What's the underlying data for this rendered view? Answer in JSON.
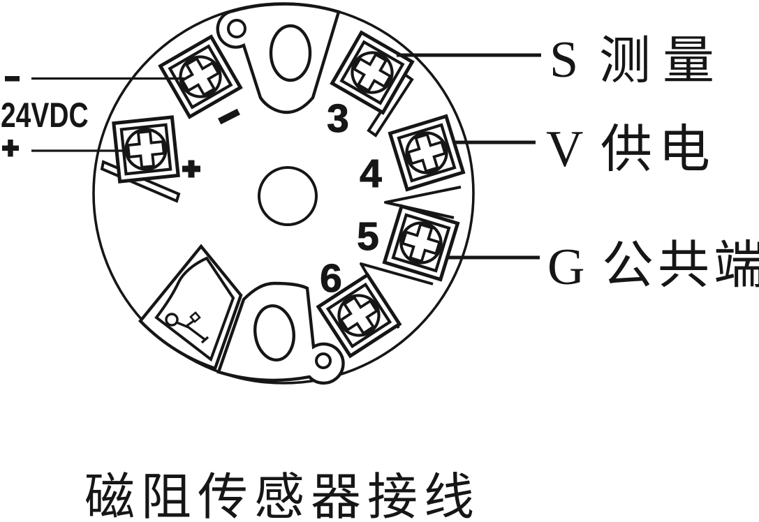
{
  "diagram": {
    "type": "wiring-diagram",
    "caption": "磁阻传感器接线",
    "power_supply": {
      "negative_mark": "−",
      "voltage": "24VDC",
      "positive_mark": "+"
    },
    "module_marks": {
      "negative": "−",
      "positive": "+"
    },
    "terminal_numbers": [
      "3",
      "4",
      "5",
      "6"
    ],
    "right_labels": [
      {
        "code": "S",
        "name": "测量"
      },
      {
        "code": "V",
        "name": "供电"
      },
      {
        "code": "G",
        "name": "公共端"
      }
    ],
    "icons": {
      "screw_terminal": "phillips-screw-terminal-icon",
      "usb_port": "usb-connector-icon"
    },
    "colors": {
      "ink": "#161616",
      "background": "#ffffff"
    }
  }
}
